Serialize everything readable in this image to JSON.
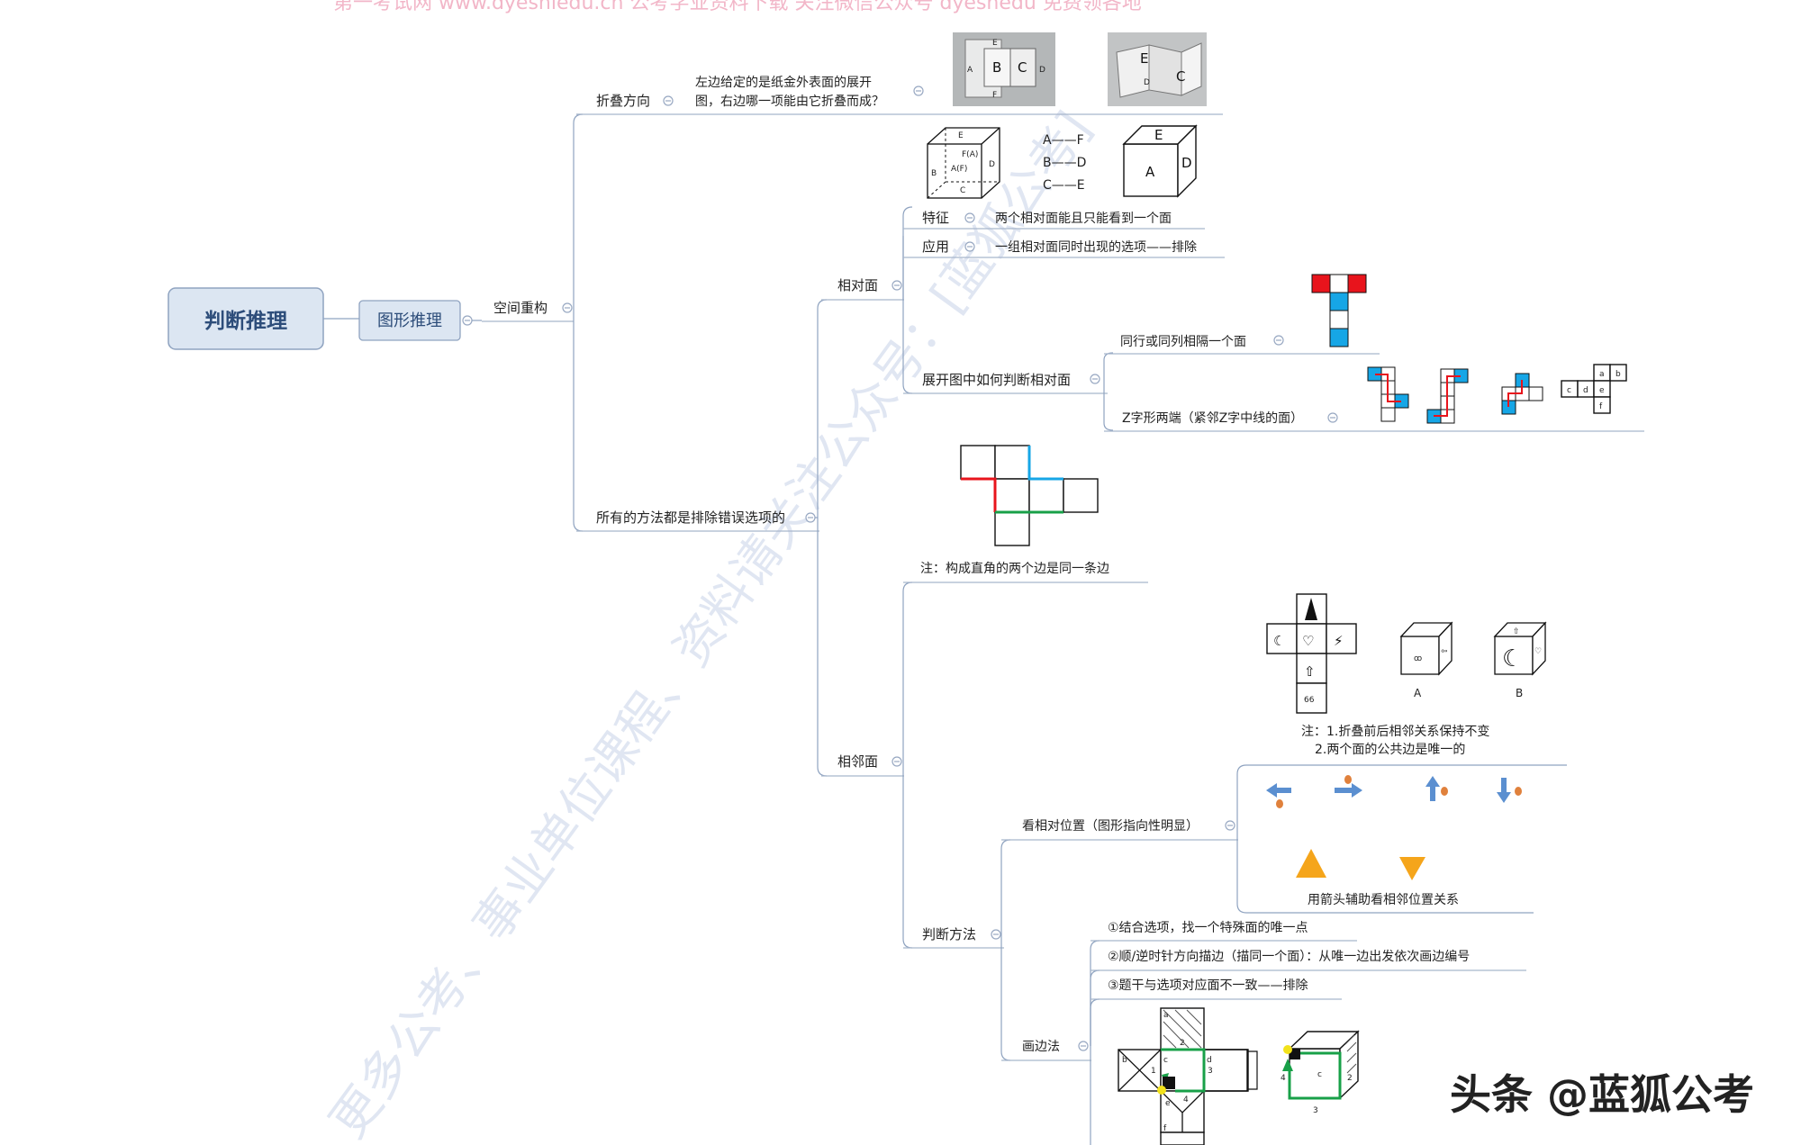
{
  "watermark_top": "第一考试网 www.dyeshiedu.cn 公考学业资料下载 关注微信公众号 dyeshedu 免费领各地",
  "watermark_diag": "更多公考、事业单位课程、资料请关注公众号：[蓝狐公考]",
  "brand": "头条 @蓝狐公考",
  "root": "判断推理",
  "level1": "图形推理",
  "level2": "空间重构",
  "branch_fold": {
    "label": "折叠方向",
    "question": [
      "左边给定的是纸金外表面的展开",
      "图，右边哪一项能由它折叠而成？"
    ],
    "photo1_letters": [
      "A",
      "B",
      "C",
      "D",
      "F",
      "E"
    ],
    "photo2_letters": [
      "E",
      "D",
      "C"
    ]
  },
  "branch_all": {
    "label": "所有的方法都是排除错误选项的"
  },
  "opposite": {
    "label": "相对面",
    "pairs": [
      "A——F",
      "B——D",
      "C——E"
    ],
    "cube_letters": [
      "E",
      "A",
      "D"
    ],
    "feature_key": "特征",
    "feature_val": "两个相对面能且只能看到一个面",
    "apply_key": "应用",
    "apply_val": "一组相对面同时出现的选项——排除",
    "judge_label": "展开图中如何判断相对面",
    "same_row": "同行或同列相隔一个面",
    "zshape": "Z字形两端（紧邻Z字中线的面）",
    "small_net_letters": [
      "a",
      "b",
      "c",
      "d",
      "e",
      "f"
    ]
  },
  "adjacent": {
    "label": "相邻面",
    "note_right_angle": "注：构成直角的两个边是同一条边",
    "cube_a": "A",
    "cube_b": "B",
    "note1": "注：1.折叠前后相邻关系保持不变",
    "note2": "2.两个面的公共边是唯一的",
    "net_bottom_num": "66",
    "judge_method": "判断方法",
    "relpos": "看相对位置（图形指向性明显）",
    "arrow_note": "用箭头辅助看相邻位置关系",
    "draw_edge": "画边法",
    "step1": "①结合选项，找一个特殊面的唯一点",
    "step2": "②顺/逆时针方向描边（描同一个面）：从唯一边出发依次画边编号",
    "step3": "③题干与选项对应面不一致——排除",
    "draw_nums": [
      "1",
      "2",
      "3",
      "4"
    ],
    "draw_letters": [
      "a",
      "b",
      "c",
      "d",
      "e",
      "f"
    ]
  },
  "colors": {
    "root_fill": "#dce6f2",
    "root_stroke": "#8fa3c0",
    "red": "#e8141c",
    "blue": "#16a6e6",
    "green": "#18a048",
    "arrow_blue": "#5b8fd0",
    "dot_orange": "#e0813c",
    "tri_orange": "#f5a51b"
  }
}
